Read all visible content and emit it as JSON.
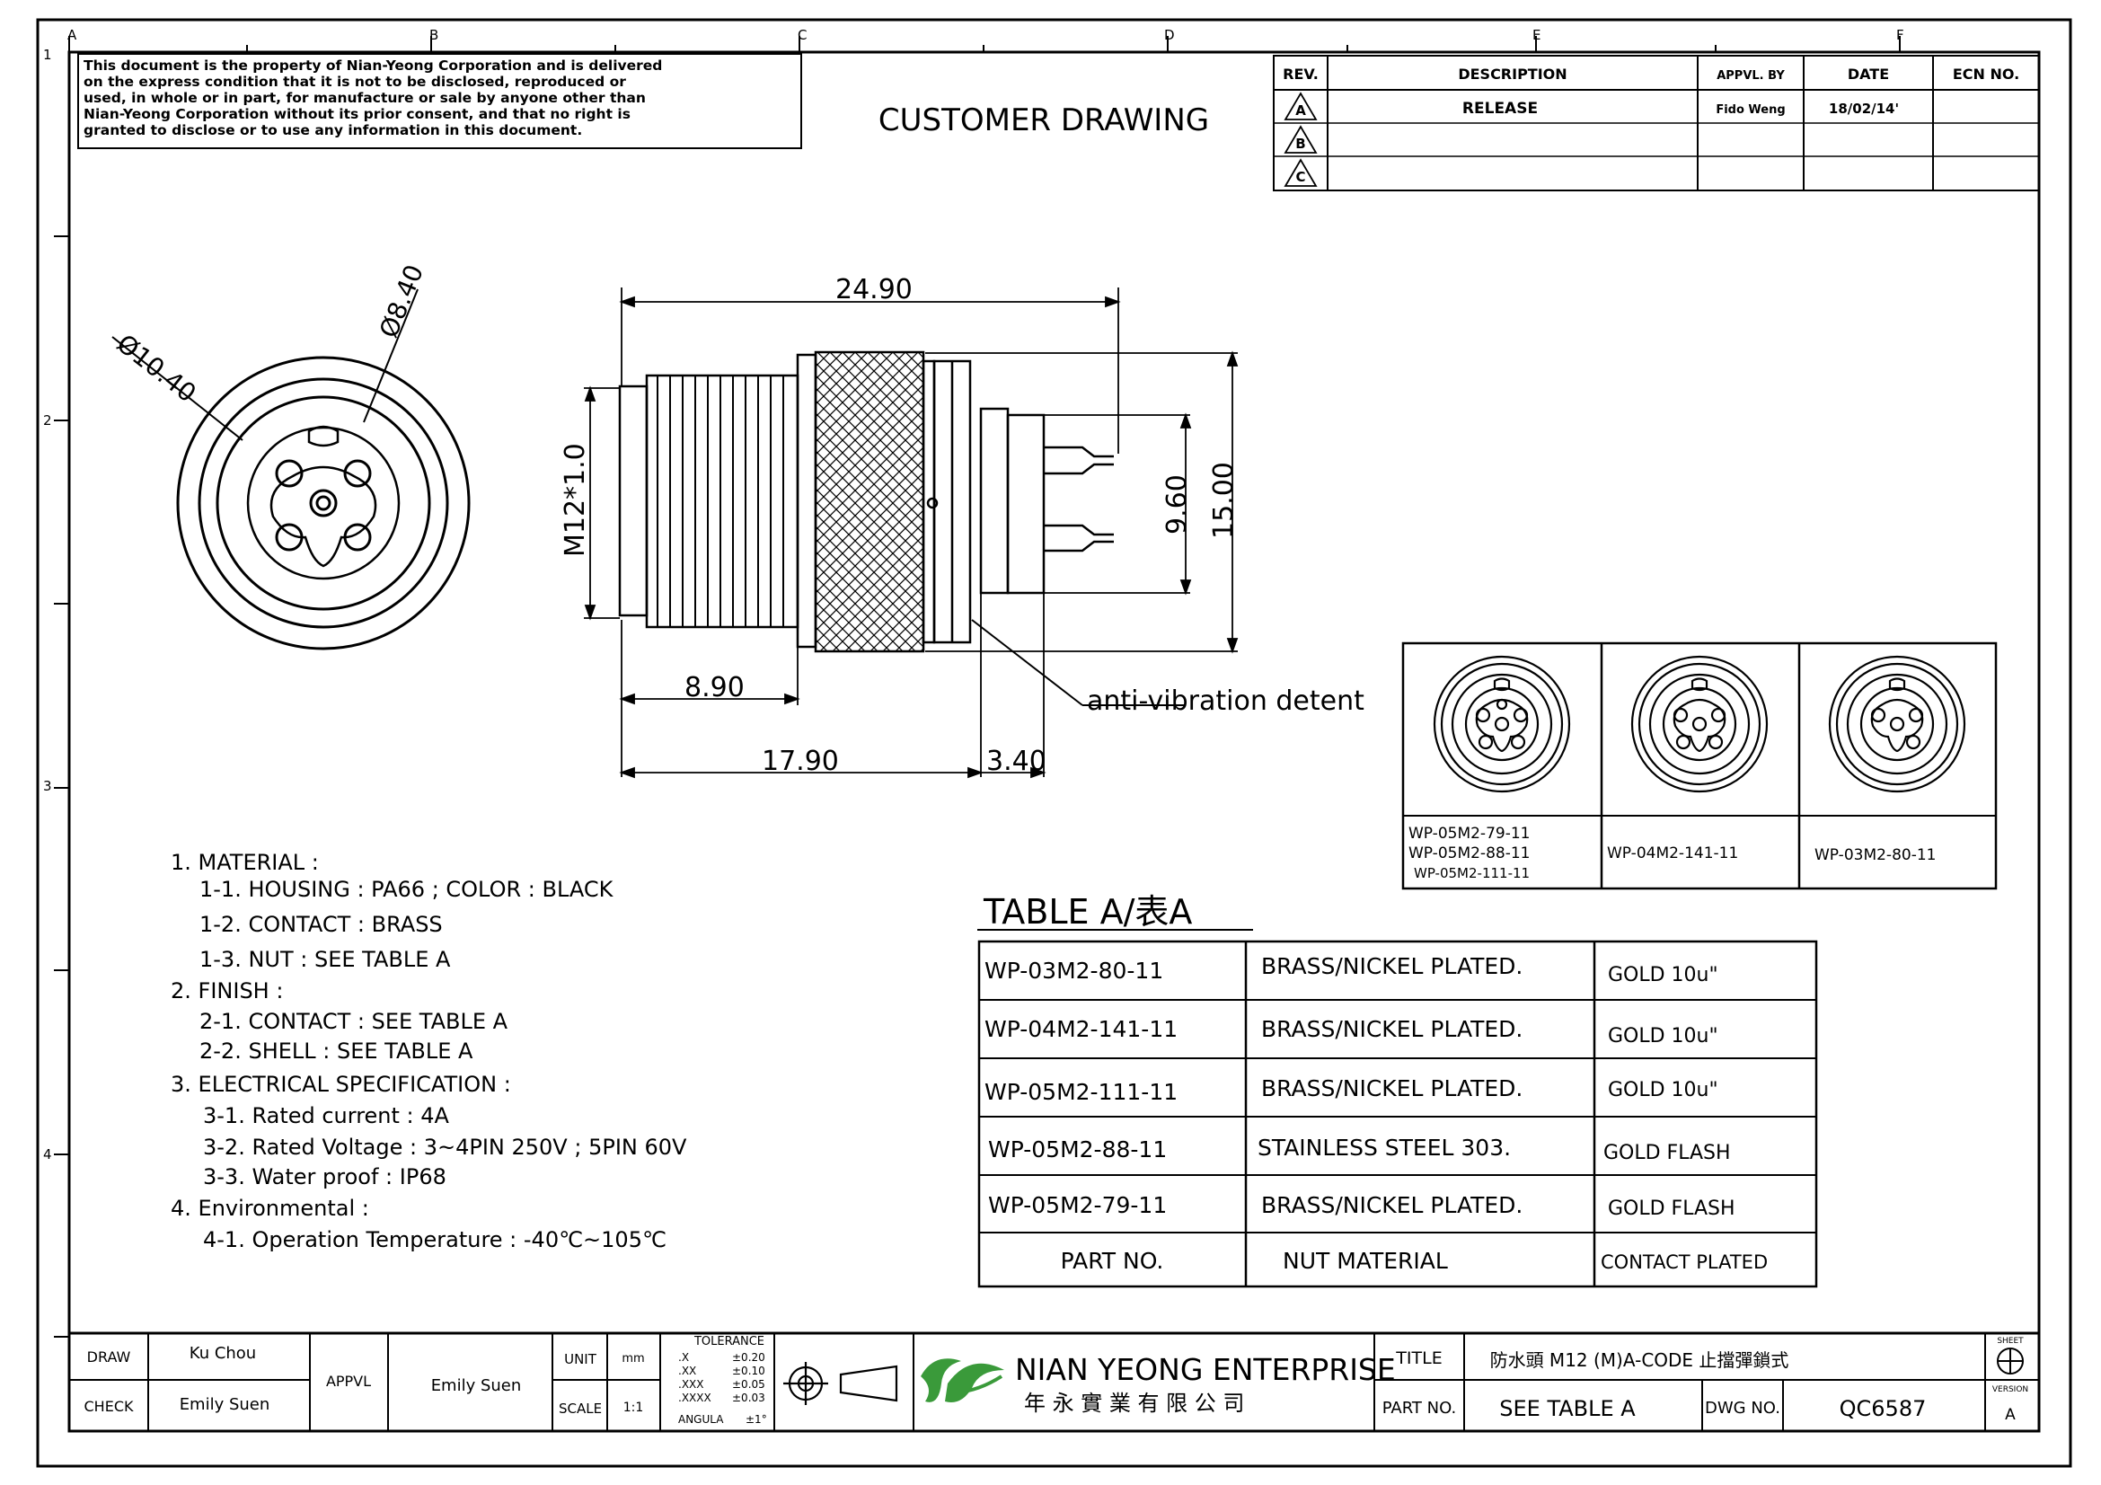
{
  "grid": {
    "cols": [
      "A",
      "B",
      "C",
      "D",
      "E",
      "F"
    ],
    "rows": [
      "1",
      "2",
      "3",
      "4"
    ]
  },
  "notice": [
    "This document is the property of Nian-Yeong Corporation and is delivered",
    "on  the  express condition that it is not to be disclosed, reproduced or",
    "used, in whole or in part, for manufacture or sale by anyone other than",
    "Nian-Yeong Corporation without  its prior consent, and that  no right  is",
    "granted to disclose or to use any information in this  document."
  ],
  "header_title": "CUSTOMER  DRAWING",
  "revision_table": {
    "headers": [
      "REV.",
      "DESCRIPTION",
      "APPVL. BY",
      "DATE",
      "ECN NO."
    ],
    "rows": [
      {
        "rev": "A",
        "description": "RELEASE",
        "appvl": "Fido Weng",
        "date": "18/02/14'",
        "ecn": ""
      },
      {
        "rev": "B",
        "description": "",
        "appvl": "",
        "date": "",
        "ecn": ""
      },
      {
        "rev": "C",
        "description": "",
        "appvl": "",
        "date": "",
        "ecn": ""
      }
    ]
  },
  "dimensions": {
    "outer_dia": "Ø10.40",
    "inner_dia": "Ø8.40",
    "length": "24.90",
    "thread": "M12*1.0",
    "pin_span": "9.60",
    "height": "15.00",
    "thread_len": "8.90",
    "body_len": "17.90",
    "tail_len": "3.40",
    "detent_label": "anti-vibration detent"
  },
  "pin_views": [
    {
      "labels": [
        "WP-05M2-79-11",
        "WP-05M2-88-11",
        "WP-05M2-111-11"
      ]
    },
    {
      "labels": [
        "WP-04M2-141-11"
      ]
    },
    {
      "labels": [
        "WP-03M2-80-11"
      ]
    }
  ],
  "notes": [
    "1. MATERIAL :",
    "1-1. HOUSING : PA66 ; COLOR : BLACK",
    "1-2. CONTACT : BRASS",
    "1-3. NUT : SEE TABLE A",
    "2. FINISH :",
    "2-1. CONTACT : SEE TABLE A",
    "2-2. SHELL : SEE TABLE A",
    "3. ELECTRICAL SPECIFICATION :",
    "3-1. Rated current : 4A",
    "3-2. Rated Voltage : 3~4PIN 250V ; 5PIN 60V",
    "3-3. Water proof : IP68",
    "4. Environmental :",
    "4-1. Operation Temperature : -40℃~105℃"
  ],
  "table_a": {
    "title": "TABLE  A/表A",
    "rows": [
      [
        "WP-03M2-80-11",
        "BRASS/NICKEL  PLATED.",
        "GOLD  10u\""
      ],
      [
        "WP-04M2-141-11",
        "BRASS/NICKEL  PLATED.",
        "GOLD  10u\""
      ],
      [
        "WP-05M2-111-11",
        "BRASS/NICKEL  PLATED.",
        "GOLD  10u\""
      ],
      [
        "WP-05M2-88-11",
        "STAINLESS  STEEL  303.",
        "GOLD  FLASH"
      ],
      [
        "WP-05M2-79-11",
        "BRASS/NICKEL  PLATED.",
        "GOLD  FLASH"
      ]
    ],
    "footer": [
      "PART  NO.",
      "NUT  MATERIAL",
      "CONTACT  PLATED"
    ]
  },
  "title_block": {
    "draw_label": "DRAW",
    "draw_name": "Ku Chou",
    "check_label": "CHECK",
    "check_name": "Emily Suen",
    "appvl_label": "APPVL",
    "appvl_name": "Emily Suen",
    "unit_label": "UNIT",
    "unit_value": "mm",
    "scale_label": "SCALE",
    "scale_value": "1:1",
    "tolerance_title": "TOLERANCE",
    "tolerances": [
      [
        ".X",
        "±0.20"
      ],
      [
        ".XX",
        "±0.10"
      ],
      [
        ".XXX",
        "±0.05"
      ],
      [
        ".XXXX",
        "±0.03"
      ],
      [
        "ANGULA",
        "±1°"
      ]
    ],
    "company_name": "NIAN YEONG ENTERPRISE",
    "company_cn": "年 永 實 業 有 限 公 司",
    "title_label": "TITLE",
    "title_value": "防水頭 M12 (M)A-CODE 止擋彈鎖式",
    "partno_label": "PART NO.",
    "partno_value": "SEE TABLE A",
    "dwgno_label": "DWG NO.",
    "dwgno_value": "QC6587",
    "sheet_label": "SHEET",
    "version_label": "VERSION",
    "version_value": "A"
  }
}
